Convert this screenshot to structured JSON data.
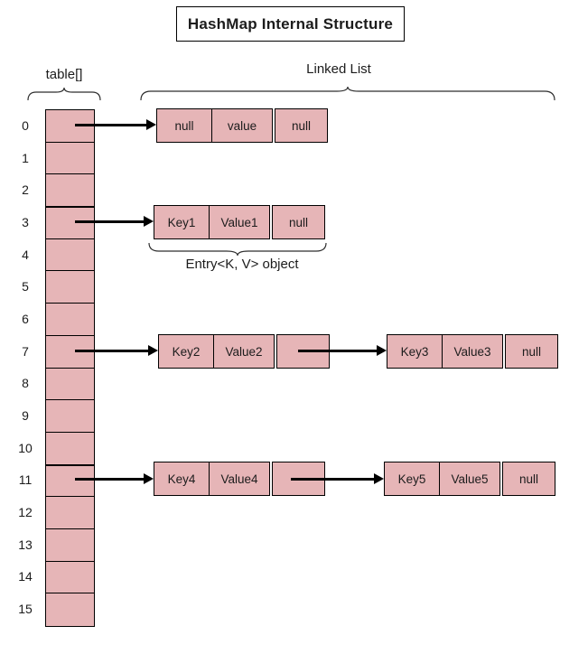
{
  "title": "HashMap Internal Structure",
  "labels": {
    "table_array": "table[]",
    "linked_list": "Linked List",
    "entry_object": "Entry<K, V> object"
  },
  "table": {
    "indices": [
      "0",
      "1",
      "2",
      "3",
      "4",
      "5",
      "6",
      "7",
      "8",
      "9",
      "10",
      "11",
      "12",
      "13",
      "14",
      "15"
    ],
    "bucket_count": 16,
    "buckets_with_entries": [
      "0",
      "3",
      "7",
      "11"
    ]
  },
  "nodes": [
    {
      "bucket": "0",
      "cells": [
        "null",
        "value",
        "null"
      ]
    },
    {
      "bucket": "3",
      "cells": [
        "Key1",
        "Value1",
        "null"
      ]
    },
    {
      "bucket": "7",
      "cells": [
        "Key2",
        "Value2",
        ""
      ]
    },
    {
      "bucket": "7",
      "cells": [
        "Key3",
        "Value3",
        "null"
      ]
    },
    {
      "bucket": "11",
      "cells": [
        "Key4",
        "Value4",
        ""
      ]
    },
    {
      "bucket": "11",
      "cells": [
        "Key5",
        "Value5",
        "null"
      ]
    }
  ],
  "colors": {
    "cell_fill": "#e6b5b7",
    "border": "#000000",
    "text": "#1c1c1c",
    "background": "#ffffff"
  }
}
